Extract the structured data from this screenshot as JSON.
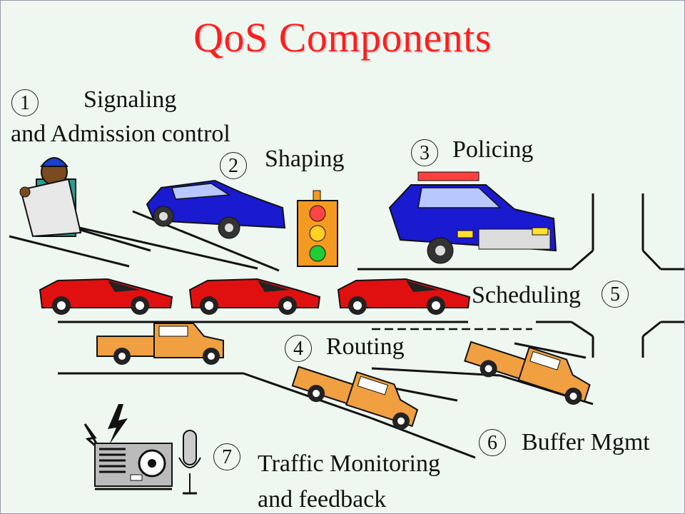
{
  "title": "QoS Components",
  "items": [
    {
      "num": "1",
      "label": "Signaling"
    },
    {
      "num": "",
      "label": "and Admission control"
    },
    {
      "num": "2",
      "label": "Shaping"
    },
    {
      "num": "3",
      "label": "Policing"
    },
    {
      "num": "4",
      "label": "Routing"
    },
    {
      "num": "5",
      "label": "Scheduling"
    },
    {
      "num": "6",
      "label": "Buffer Mgmt"
    },
    {
      "num": "7",
      "label": "Traffic Monitoring"
    },
    {
      "num": "",
      "label": "and feedback"
    }
  ],
  "colors": {
    "title": "#ff1e1e",
    "red_car": "#e01010",
    "blue_car": "#1a1ad0",
    "truck": "#f0a040",
    "signal_box": "#f59a20"
  }
}
